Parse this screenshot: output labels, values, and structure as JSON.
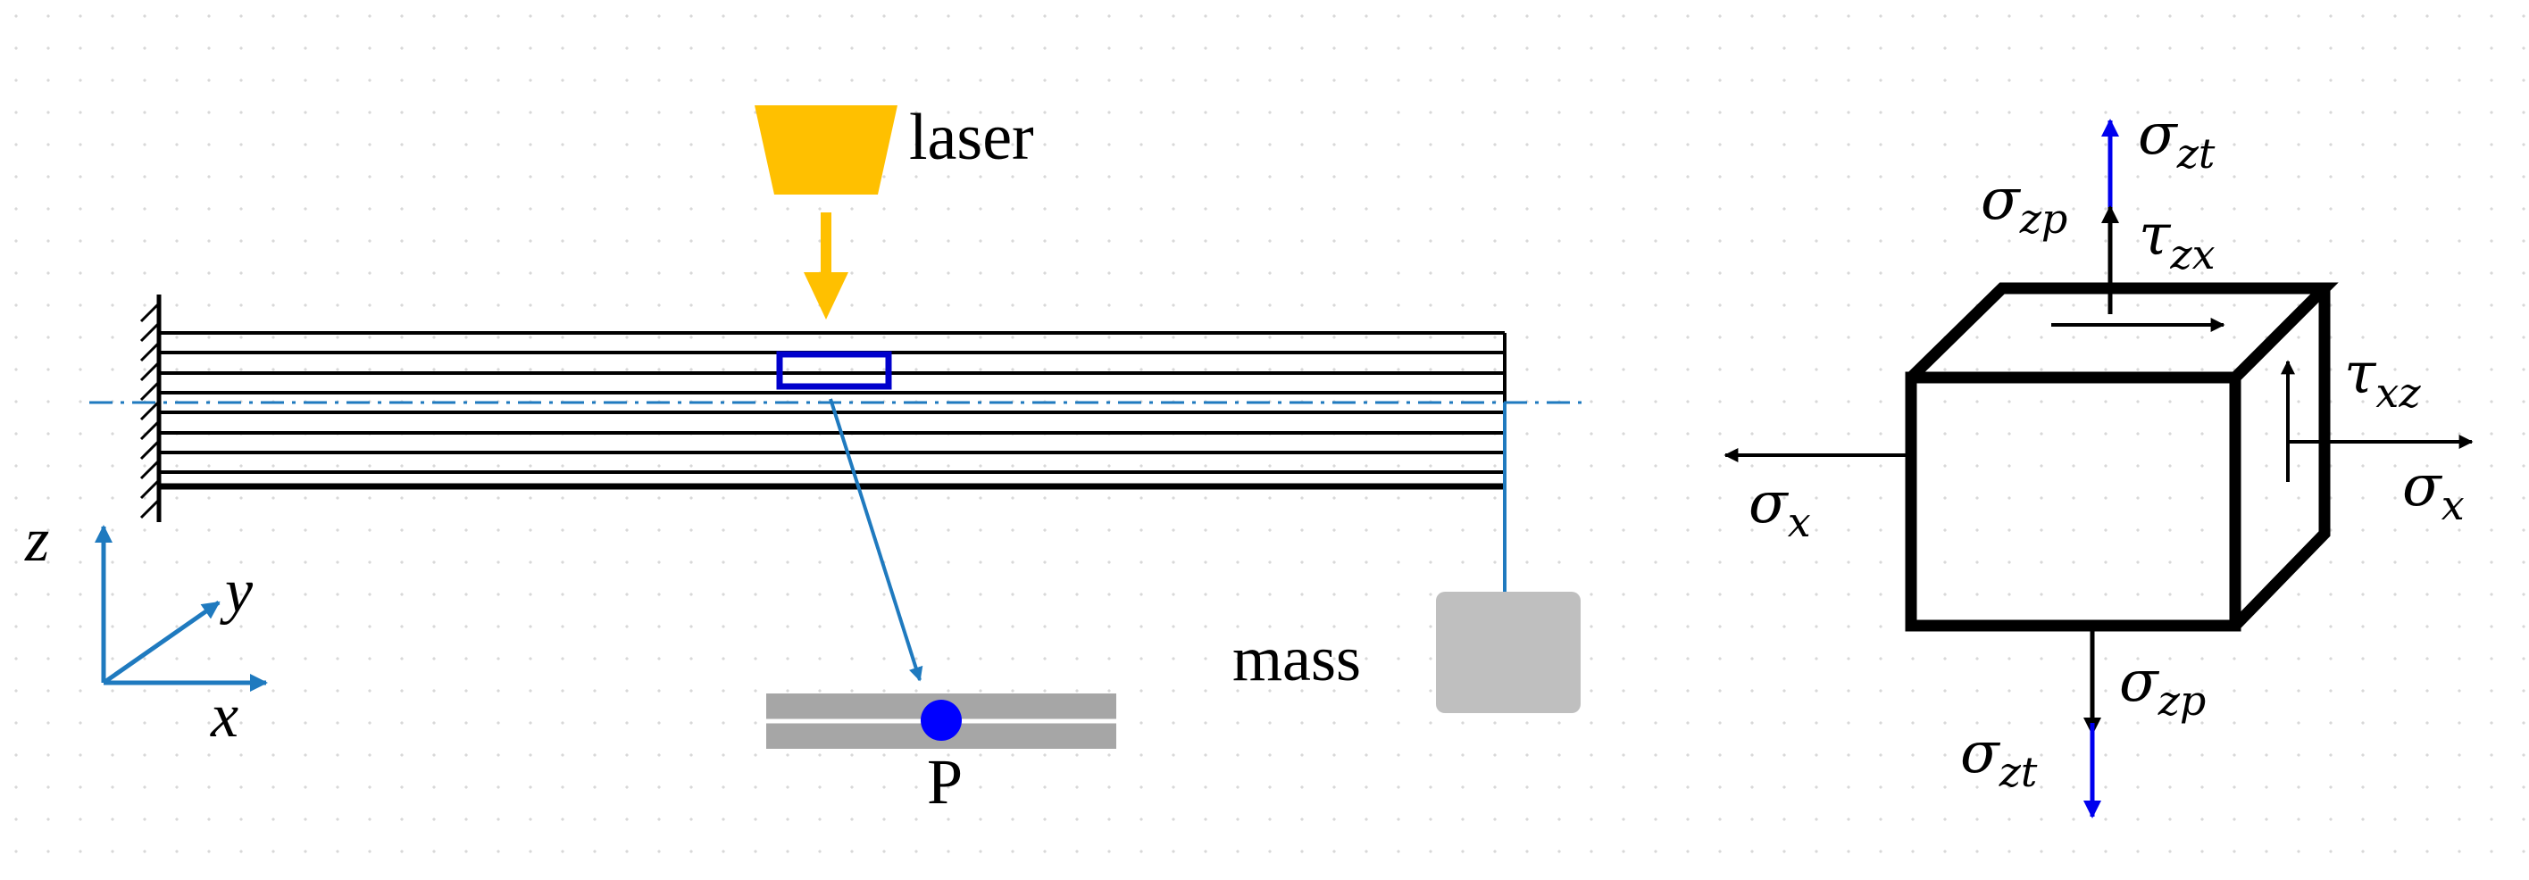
{
  "colors": {
    "laser": "#FFC000",
    "axis_blue": "#1F7ABF",
    "beam_marker": "#0000CC",
    "tensile_stress": "#0000EE",
    "mass_gray": "#BFBFBF",
    "line_black": "#000000"
  },
  "beam_setup": {
    "laser_label": "laser",
    "mass_label": "mass",
    "point_label": "P",
    "axes": {
      "z_label": "z",
      "y_label": "y",
      "x_label": "x"
    }
  },
  "stress_element": {
    "sigma_x_left": {
      "base": "σ",
      "sub": "x"
    },
    "sigma_x_right": {
      "base": "σ",
      "sub": "x"
    },
    "sigma_zt_top": {
      "base": "σ",
      "sub": "zt"
    },
    "sigma_zp_top": {
      "base": "σ",
      "sub": "zp"
    },
    "tau_zx": {
      "base": "τ",
      "sub": "zx"
    },
    "tau_xz": {
      "base": "τ",
      "sub": "xz"
    },
    "sigma_zp_bottom": {
      "base": "σ",
      "sub": "zp"
    },
    "sigma_zt_bottom": {
      "base": "σ",
      "sub": "zt"
    }
  }
}
